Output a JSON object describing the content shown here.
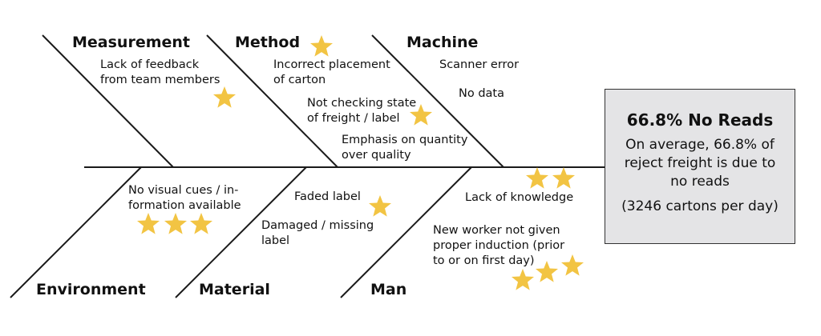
{
  "categories": {
    "measurement": "Measurement",
    "method": "Method",
    "machine": "Machine",
    "environment": "Environment",
    "material": "Material",
    "man": "Man"
  },
  "causes": {
    "lack_feedback": "Lack of feedback\nfrom team members",
    "incorrect_placement": "Incorrect placement\nof carton",
    "not_checking": "Not checking state\nof freight / label",
    "emphasis": "Emphasis on quantity\nover quality",
    "scanner_error": "Scanner error",
    "no_data": "No data",
    "no_visual_cues": "No visual cues / in-\nformation available",
    "faded_label": "Faded label",
    "damaged_label": "Damaged / missing\nlabel",
    "lack_knowledge": "Lack of knowledge",
    "new_worker": "New worker not given\nproper induction (prior\nto or on first day)"
  },
  "ratings": {
    "lack_feedback": 1,
    "incorrect_placement": 1,
    "not_checking": 1,
    "no_visual_cues": 3,
    "faded_label": 1,
    "lack_knowledge": 2,
    "new_worker": 3
  },
  "effect": {
    "title": "66.8% No Reads",
    "description": "On average, 66.8% of\nreject freight is due to\nno reads",
    "detail": "(3246 cartons per day)"
  },
  "colors": {
    "star": "#f2c443",
    "line": "#1a1a1a",
    "box_fill": "#e4e4e6"
  }
}
